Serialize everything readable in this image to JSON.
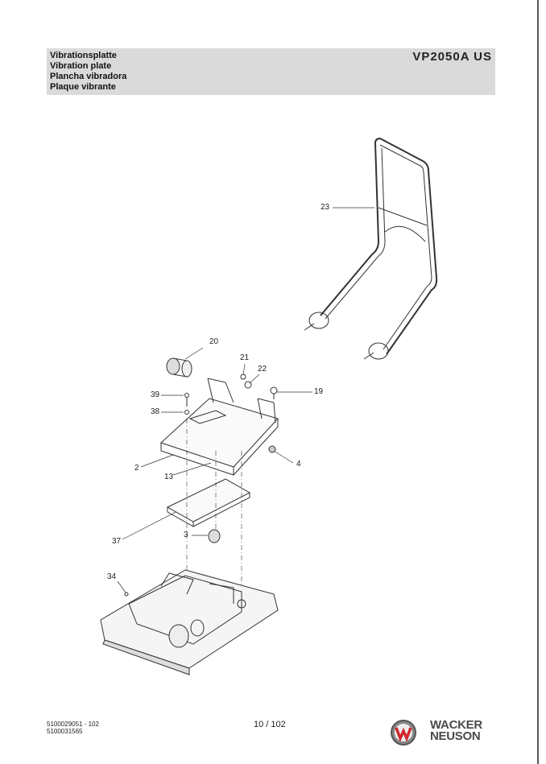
{
  "header": {
    "titles": [
      "Vibrationsplatte",
      "Vibration plate",
      "Plancha vibradora",
      "Plaque vibrante"
    ],
    "model": "VP2050A US"
  },
  "callouts": [
    "23",
    "20",
    "21",
    "22",
    "19",
    "39",
    "38",
    "2",
    "13",
    "4",
    "37",
    "3",
    "34"
  ],
  "footer": {
    "codes": [
      "5100029051 - 102",
      "5100031565"
    ],
    "page": "10 / 102",
    "brand": [
      "WACKER",
      "NEUSON"
    ]
  },
  "colors": {
    "header_bg": "#dadadb",
    "logo_red": "#d0282e"
  }
}
